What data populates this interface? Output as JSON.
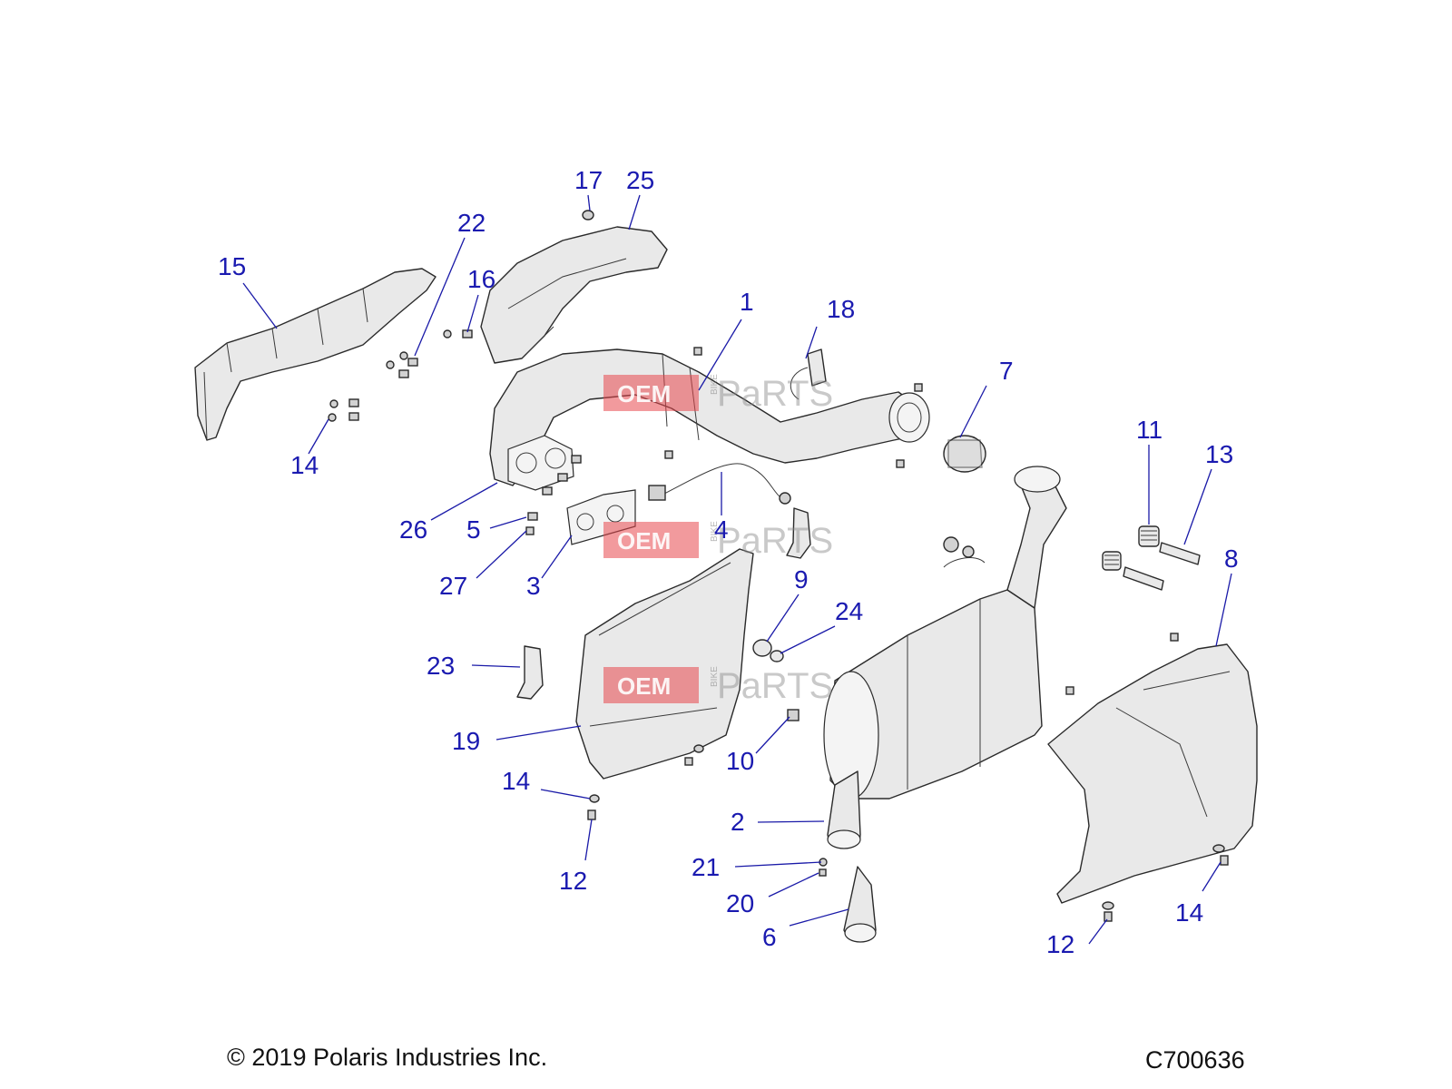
{
  "callouts": [
    {
      "label": "17"
    },
    {
      "label": "25"
    },
    {
      "label": "22"
    },
    {
      "label": "15"
    },
    {
      "label": "16"
    },
    {
      "label": "1"
    },
    {
      "label": "18"
    },
    {
      "label": "7"
    },
    {
      "label": "14"
    },
    {
      "label": "11"
    },
    {
      "label": "13"
    },
    {
      "label": "26"
    },
    {
      "label": "5"
    },
    {
      "label": "4"
    },
    {
      "label": "27"
    },
    {
      "label": "3"
    },
    {
      "label": "8"
    },
    {
      "label": "9"
    },
    {
      "label": "24"
    },
    {
      "label": "23"
    },
    {
      "label": "19"
    },
    {
      "label": "10"
    },
    {
      "label": "14"
    },
    {
      "label": "2"
    },
    {
      "label": "12"
    },
    {
      "label": "21"
    },
    {
      "label": "20"
    },
    {
      "label": "6"
    },
    {
      "label": "12"
    },
    {
      "label": "14"
    }
  ],
  "watermark": {
    "brand": "OEM",
    "brand_suffix": "PaRTS",
    "bike_label": "BIKE"
  },
  "footer": {
    "copyright": "© 2019 Polaris Industries Inc.",
    "drawing_number": "C700636"
  }
}
